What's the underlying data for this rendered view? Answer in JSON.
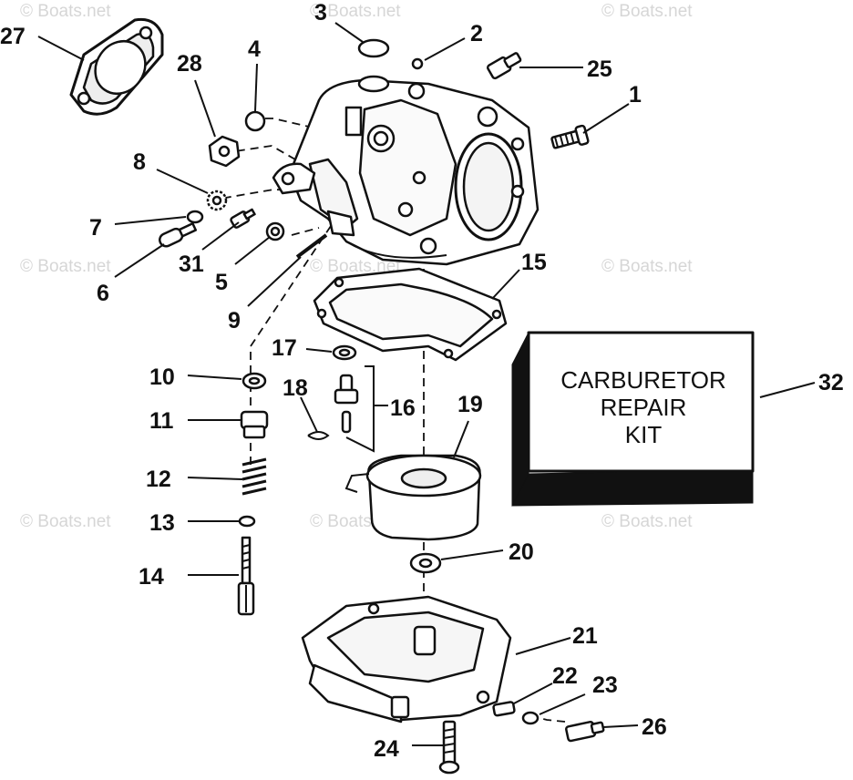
{
  "watermark": "© Boats.net",
  "kit": {
    "lines": [
      "CARBURETOR",
      "REPAIR",
      "KIT"
    ]
  },
  "callouts": [
    "1",
    "2",
    "3",
    "4",
    "5",
    "6",
    "7",
    "8",
    "9",
    "10",
    "11",
    "12",
    "13",
    "14",
    "15",
    "16",
    "17",
    "18",
    "19",
    "20",
    "21",
    "22",
    "23",
    "24",
    "25",
    "26",
    "27",
    "28",
    "31",
    "32"
  ]
}
